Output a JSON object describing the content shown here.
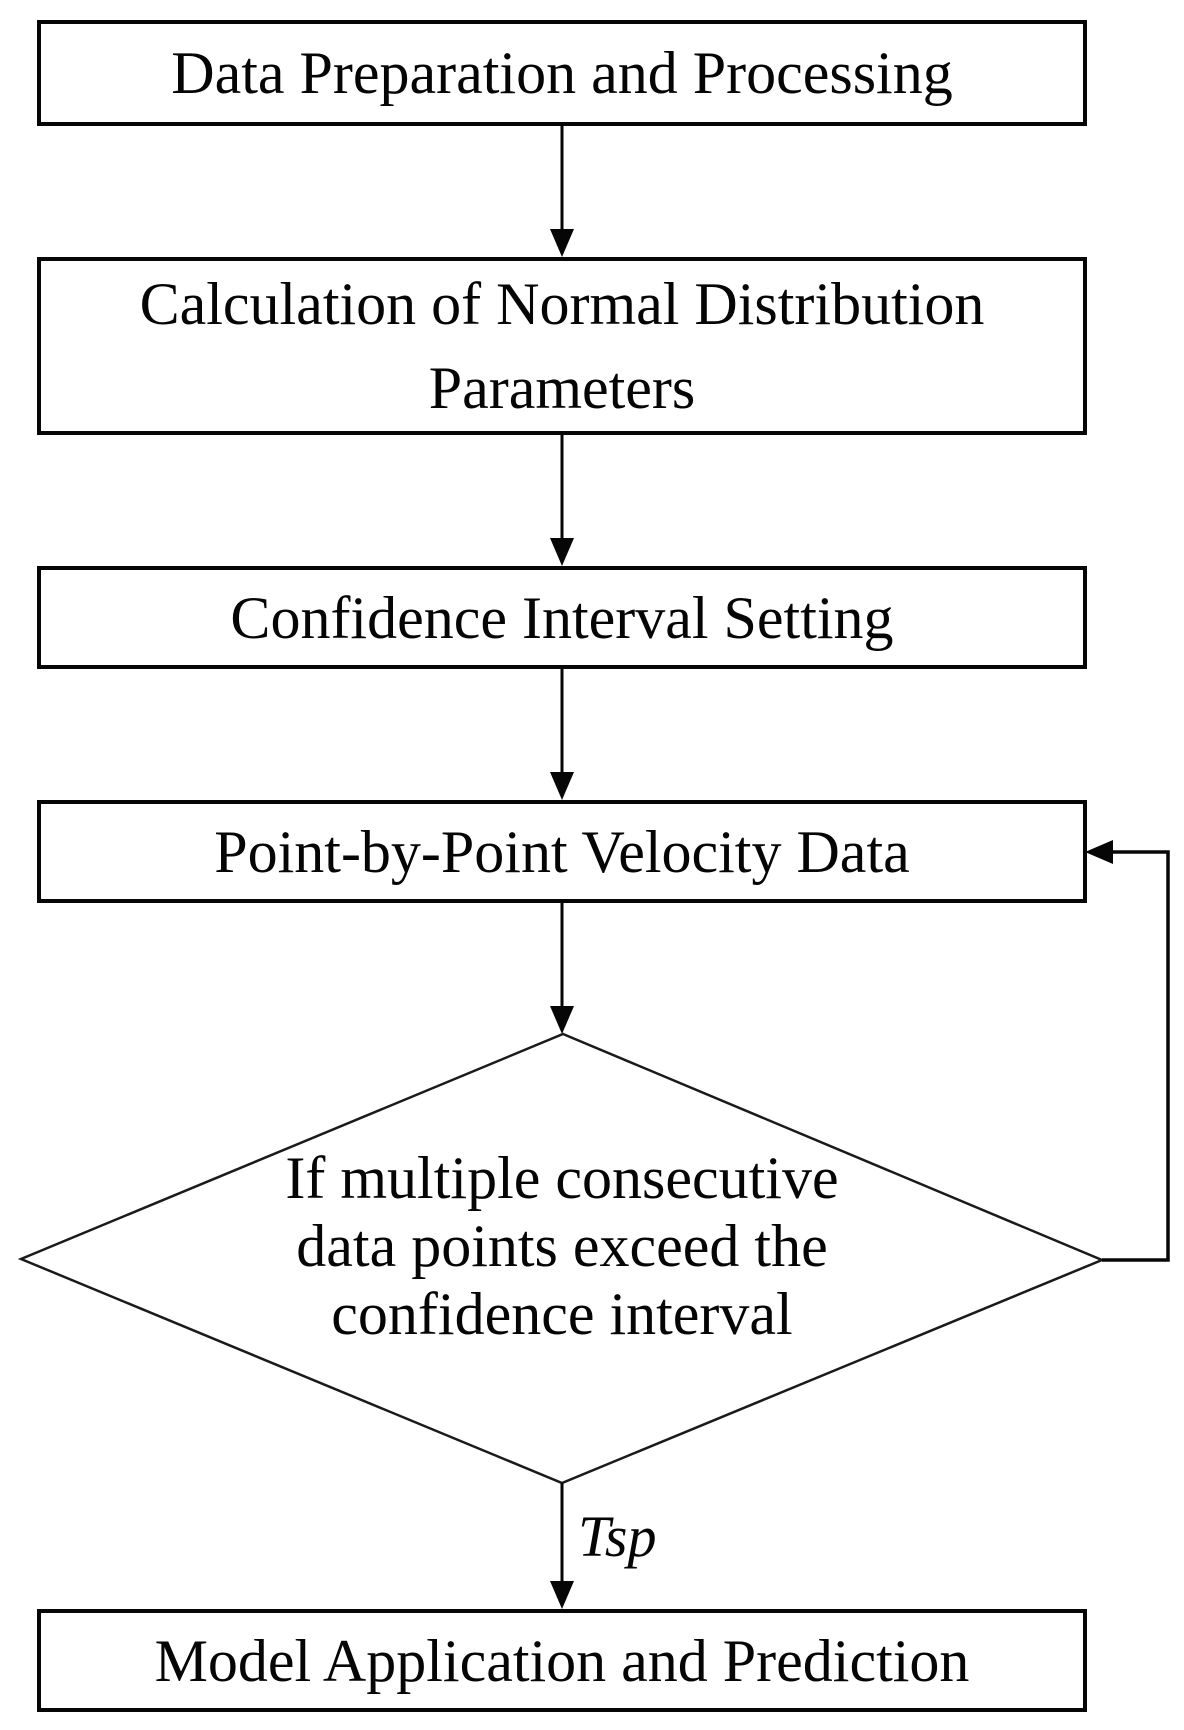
{
  "canvas": {
    "background": "#ffffff",
    "stroke_color": "#000000",
    "fill_color": "#ffffff"
  },
  "flowchart": {
    "nodes": [
      {
        "shape": "rectangle",
        "label": "Data Preparation and Processing"
      },
      {
        "shape": "rectangle",
        "label": "Calculation of Normal Distribution Parameters"
      },
      {
        "shape": "rectangle",
        "label": "Confidence Interval Setting"
      },
      {
        "shape": "rectangle",
        "label": "Point-by-Point Velocity Data"
      },
      {
        "shape": "diamond",
        "label": "If multiple consecutive data points exceed the confidence interval",
        "label_lines": [
          "If multiple consecutive",
          "data points exceed the",
          "confidence interval"
        ]
      },
      {
        "shape": "rectangle",
        "label": "Model Application and Prediction"
      }
    ],
    "edges": [
      {
        "from": 0,
        "to": 1,
        "label": ""
      },
      {
        "from": 1,
        "to": 2,
        "label": ""
      },
      {
        "from": 2,
        "to": 3,
        "label": ""
      },
      {
        "from": 3,
        "to": 4,
        "label": ""
      },
      {
        "from": 4,
        "to": 5,
        "label": "Tsp"
      },
      {
        "from": 4,
        "to": 3,
        "label": "",
        "type": "feedback-loop"
      }
    ]
  }
}
